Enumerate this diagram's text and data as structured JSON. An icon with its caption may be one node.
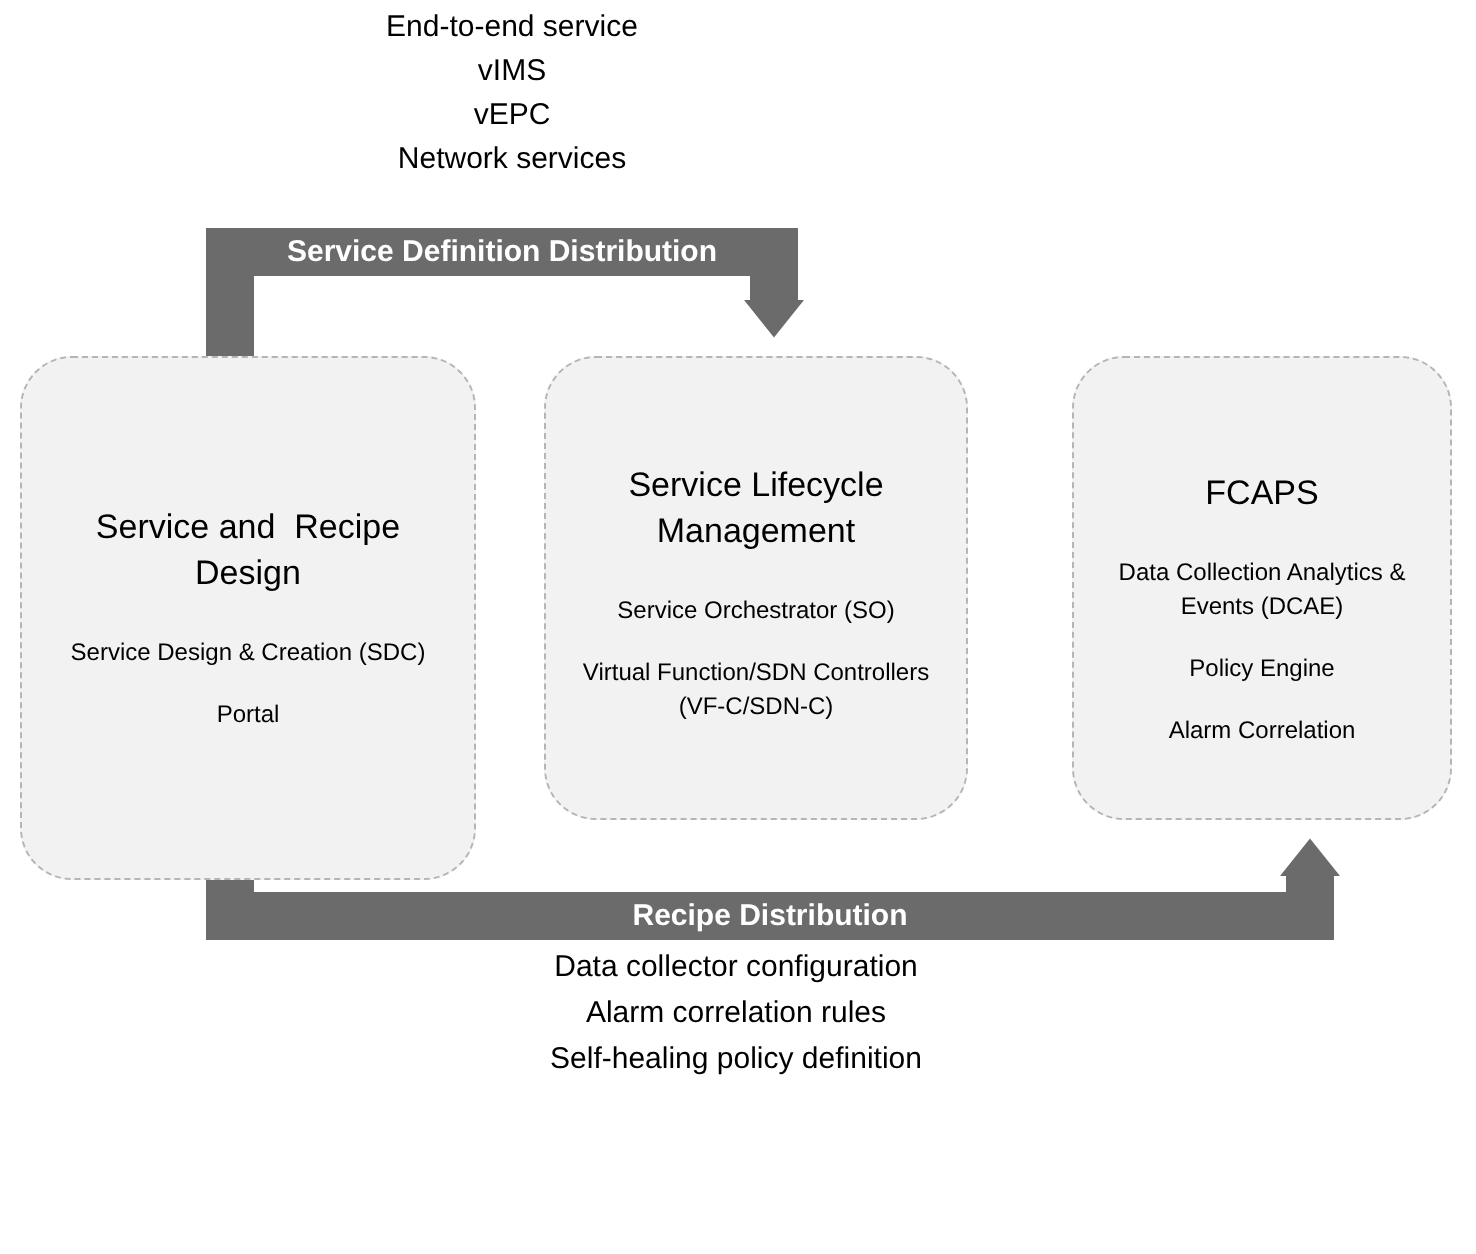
{
  "diagram": {
    "nodes": [
      {
        "text": [
          "Service and  Recipe Design",
          "Service Design & Creation (SDC)",
          "Portal"
        ]
      },
      {
        "text": [
          "Service Lifecycle Management",
          "Service Orchestrator (SO)",
          "Virtual Function/SDN Controllers (VF-C/SDN-C)"
        ]
      },
      {
        "text": [
          "FCAPS",
          "Data Collection Analytics & Events (DCAE)",
          "Policy Engine",
          "Alarm Correlation"
        ]
      }
    ],
    "edges": [
      {
        "from": 0,
        "to": 1,
        "arrow": "to",
        "label": "Service Definition Distribution"
      },
      {
        "from": 0,
        "to": 2,
        "arrow": "to",
        "label": "Recipe Distribution"
      }
    ],
    "labels": [
      "End-to-end service",
      "vIMS",
      "vEPC",
      "Network services",
      "Data collector configuration",
      "Alarm correlation rules",
      "Self-healing policy definition"
    ]
  }
}
